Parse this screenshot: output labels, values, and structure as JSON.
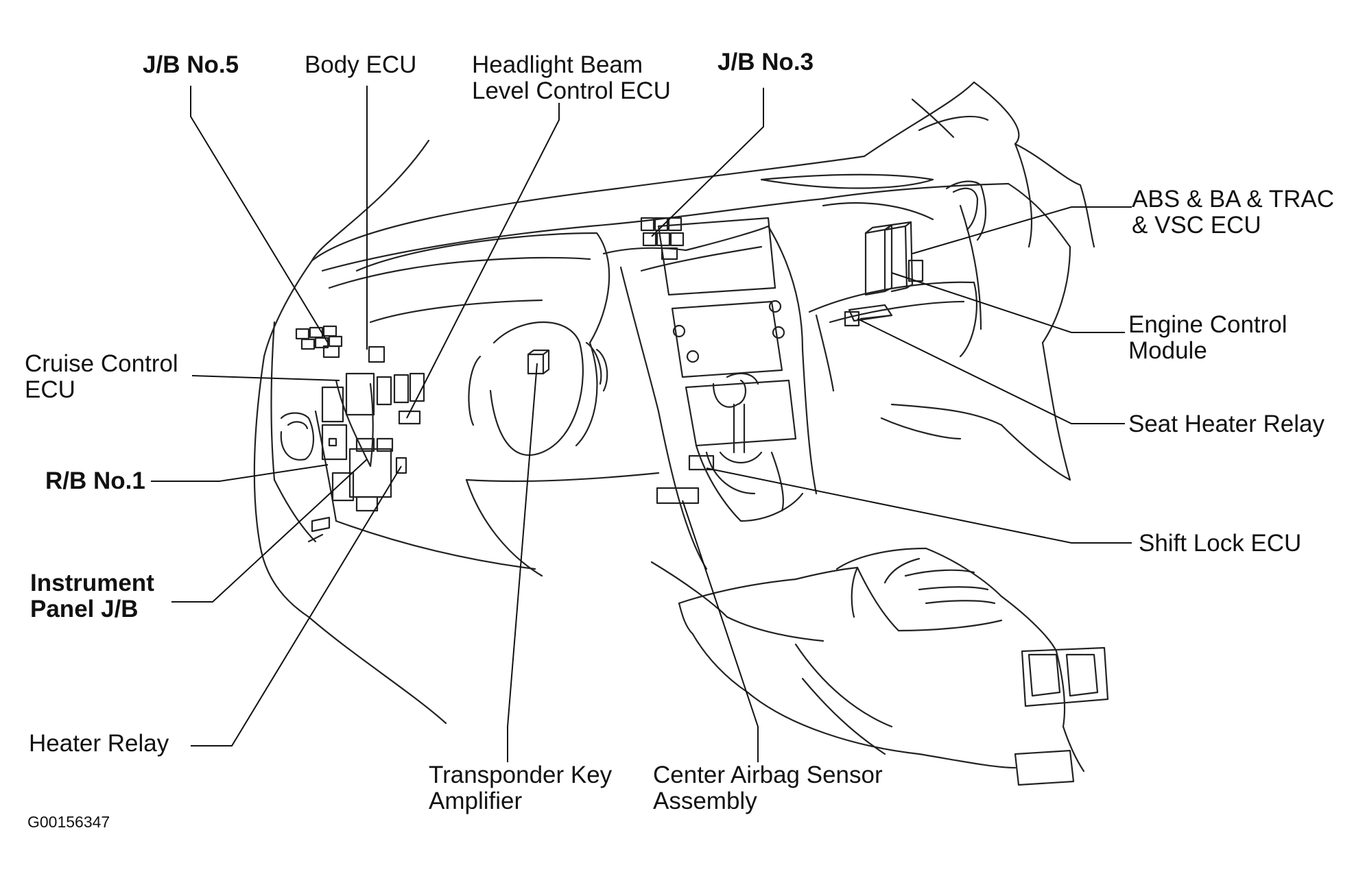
{
  "diagram": {
    "figure_code": "G00156347",
    "labels": {
      "jb5": "J/B No.5",
      "body_ecu": "Body ECU",
      "headlight_l1": "Headlight Beam",
      "headlight_l2": "Level Control ECU",
      "jb3": "J/B No.3",
      "abs_l1": "ABS & BA & TRAC",
      "abs_l2": "& VSC ECU",
      "ecm_l1": "Engine Control",
      "ecm_l2": "Module",
      "seat_heater_relay": "Seat Heater Relay",
      "shift_lock_ecu": "Shift Lock ECU",
      "cruise_l1": "Cruise Control",
      "cruise_l2": "ECU",
      "rb1": "R/B No.1",
      "ipjb_l1": "Instrument",
      "ipjb_l2": "Panel J/B",
      "heater_relay": "Heater Relay",
      "transponder_l1": "Transponder Key",
      "transponder_l2": "Amplifier",
      "airbag_l1": "Center Airbag Sensor",
      "airbag_l2": "Assembly"
    }
  }
}
